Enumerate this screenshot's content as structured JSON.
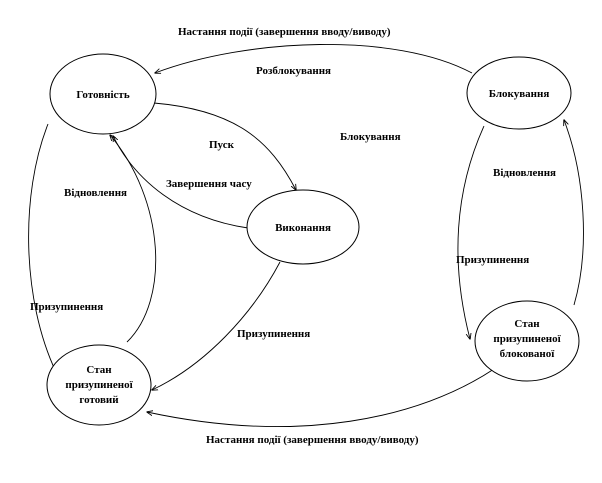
{
  "states": {
    "ready": "Готовність",
    "blocked": "Блокування",
    "running": "Виконання",
    "suspended_blocked": [
      "Стан",
      "призупиненої",
      "блокованої"
    ],
    "suspended_ready": [
      "Стан",
      "призупиненої",
      "готовий"
    ]
  },
  "transitions": {
    "event_top": "Настання події (завершення вводу/виводу)",
    "unblock": "Розблокування",
    "start": "Пуск",
    "block": "Блокування",
    "timeout": "Завершення часу",
    "resume_left": "Відновлення",
    "resume_right": "Відновлення",
    "suspend_left": "Призупинення",
    "suspend_right": "Призупинення",
    "suspend_center": "Призупинення",
    "event_bottom": "Настання події (завершення вводу/виводу)"
  }
}
